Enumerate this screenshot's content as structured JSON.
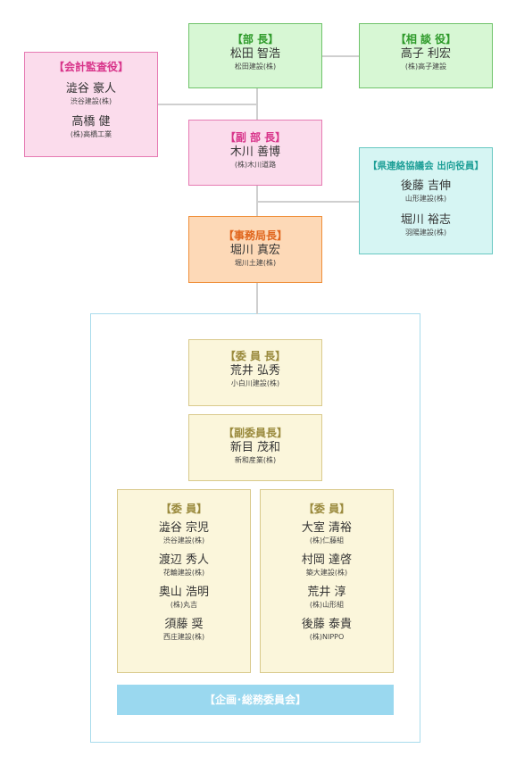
{
  "president": {
    "title": "【部 長】",
    "name": "松田 智浩",
    "company": "松田建設(株)"
  },
  "advisor": {
    "title": "【相 談 役】",
    "name": "高子 利宏",
    "company": "(株)高子建設"
  },
  "auditors": {
    "title": "【会計監査役】",
    "members": [
      {
        "name": "澁谷 豪人",
        "company": "渋谷建設(株)"
      },
      {
        "name": "高橋 健",
        "company": "(株)高橋工業"
      }
    ]
  },
  "vice_president": {
    "title": "【副 部 長】",
    "name": "木川 善博",
    "company": "(株)木川道路"
  },
  "liaison": {
    "title": "【県連絡協議会 出向役員】",
    "members": [
      {
        "name": "後藤 吉伸",
        "company": "山形建設(株)"
      },
      {
        "name": "堀川 裕志",
        "company": "羽陽建設(株)"
      }
    ]
  },
  "secretary_general": {
    "title": "【事務局長】",
    "name": "堀川 真宏",
    "company": "堀川土建(株)"
  },
  "chairman": {
    "title": "【委 員 長】",
    "name": "荒井 弘秀",
    "company": "小白川建設(株)"
  },
  "vice_chairman": {
    "title": "【副委員長】",
    "name": "新目 茂和",
    "company": "新和産業(株)"
  },
  "members_left": {
    "title": "【委 員】",
    "members": [
      {
        "name": "澁谷 宗児",
        "company": "渋谷建設(株)"
      },
      {
        "name": "渡辺 秀人",
        "company": "花輪建設(株)"
      },
      {
        "name": "奥山 浩明",
        "company": "(株)丸吉"
      },
      {
        "name": "須藤 奨",
        "company": "西庄建設(株)"
      }
    ]
  },
  "members_right": {
    "title": "【委 員】",
    "members": [
      {
        "name": "大室 清裕",
        "company": "(株)仁藤組"
      },
      {
        "name": "村岡 達啓",
        "company": "築大建設(株)"
      },
      {
        "name": "荒井 淳",
        "company": "(株)山形組"
      },
      {
        "name": "後藤 泰貴",
        "company": "(株)NIPPO"
      }
    ]
  },
  "committee": {
    "label": "【企画･総務委員会】"
  }
}
